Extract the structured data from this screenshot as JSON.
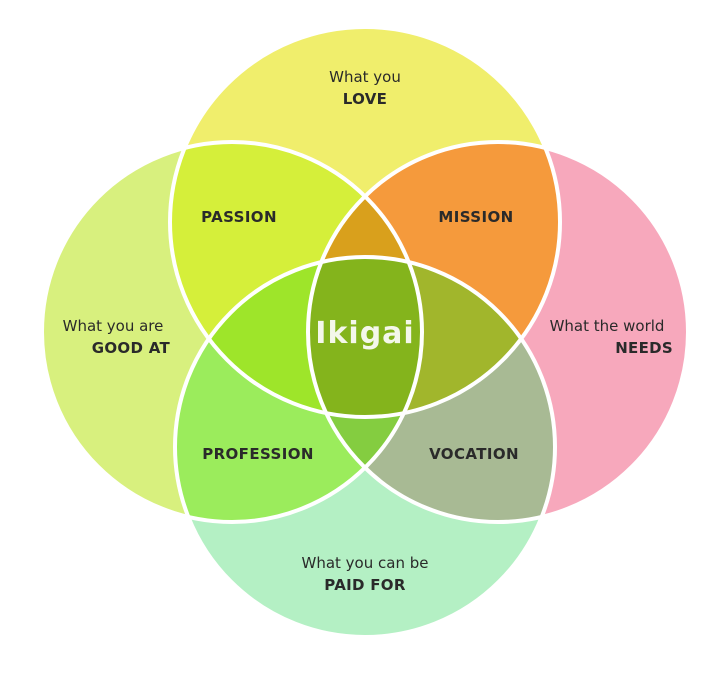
{
  "circles": {
    "love": {
      "line1": "What you",
      "line2": "LOVE",
      "color": "#f0ee6c"
    },
    "good": {
      "line1": "What you are",
      "line2": "GOOD AT",
      "color": "#d8f07e"
    },
    "needs": {
      "line1": "What the world",
      "line2": "NEEDS",
      "color": "#f7a8bc"
    },
    "paid": {
      "line1": "What you can be",
      "line2": "PAID FOR",
      "color": "#b4f0c4"
    }
  },
  "zones": {
    "passion": {
      "label": "PASSION",
      "color": "#d5ef3a"
    },
    "mission": {
      "label": "MISSION",
      "color": "#f59a3c"
    },
    "profession": {
      "label": "PROFESSION",
      "color": "#9bec5c"
    },
    "vocation": {
      "label": "VOCATION",
      "color": "#a8ba94"
    }
  },
  "inner": {
    "love_needs": "#d9a01c",
    "good_love": "#9ee52a",
    "needs_paid": "#a1b62c",
    "good_paid": "#84cd40"
  },
  "center": {
    "label": "Ikigai",
    "color": "#84b41c"
  },
  "stroke_color": "#ffffff"
}
